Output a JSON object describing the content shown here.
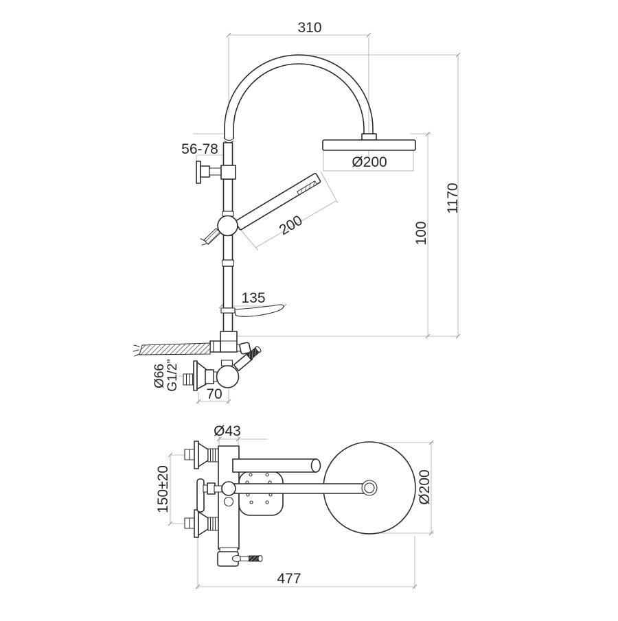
{
  "drawing": {
    "type": "technical-dimension-drawing",
    "subject": "shower-column-with-overhead-and-hand-shower",
    "views": {
      "front": {
        "dims": {
          "arch_width": "310",
          "total_height": "1170",
          "head_drop": "100",
          "wall_clearance": "56-78",
          "handshower_length": "200",
          "head_diameter": "Ø200",
          "soap_dish_reach": "135",
          "flange_diameter": "Ø66",
          "thread_size": "G1/2”",
          "valve_wall_offset": "70"
        }
      },
      "plan": {
        "dims": {
          "column_width": "Ø43",
          "union_spacing": "150±20",
          "head_diameter": "Ø200",
          "total_projection": "477"
        }
      }
    },
    "colors": {
      "background": "#ffffff",
      "outline": "#2b2b2b",
      "dimension_line": "#bdbdbd",
      "text": "#262626"
    }
  }
}
